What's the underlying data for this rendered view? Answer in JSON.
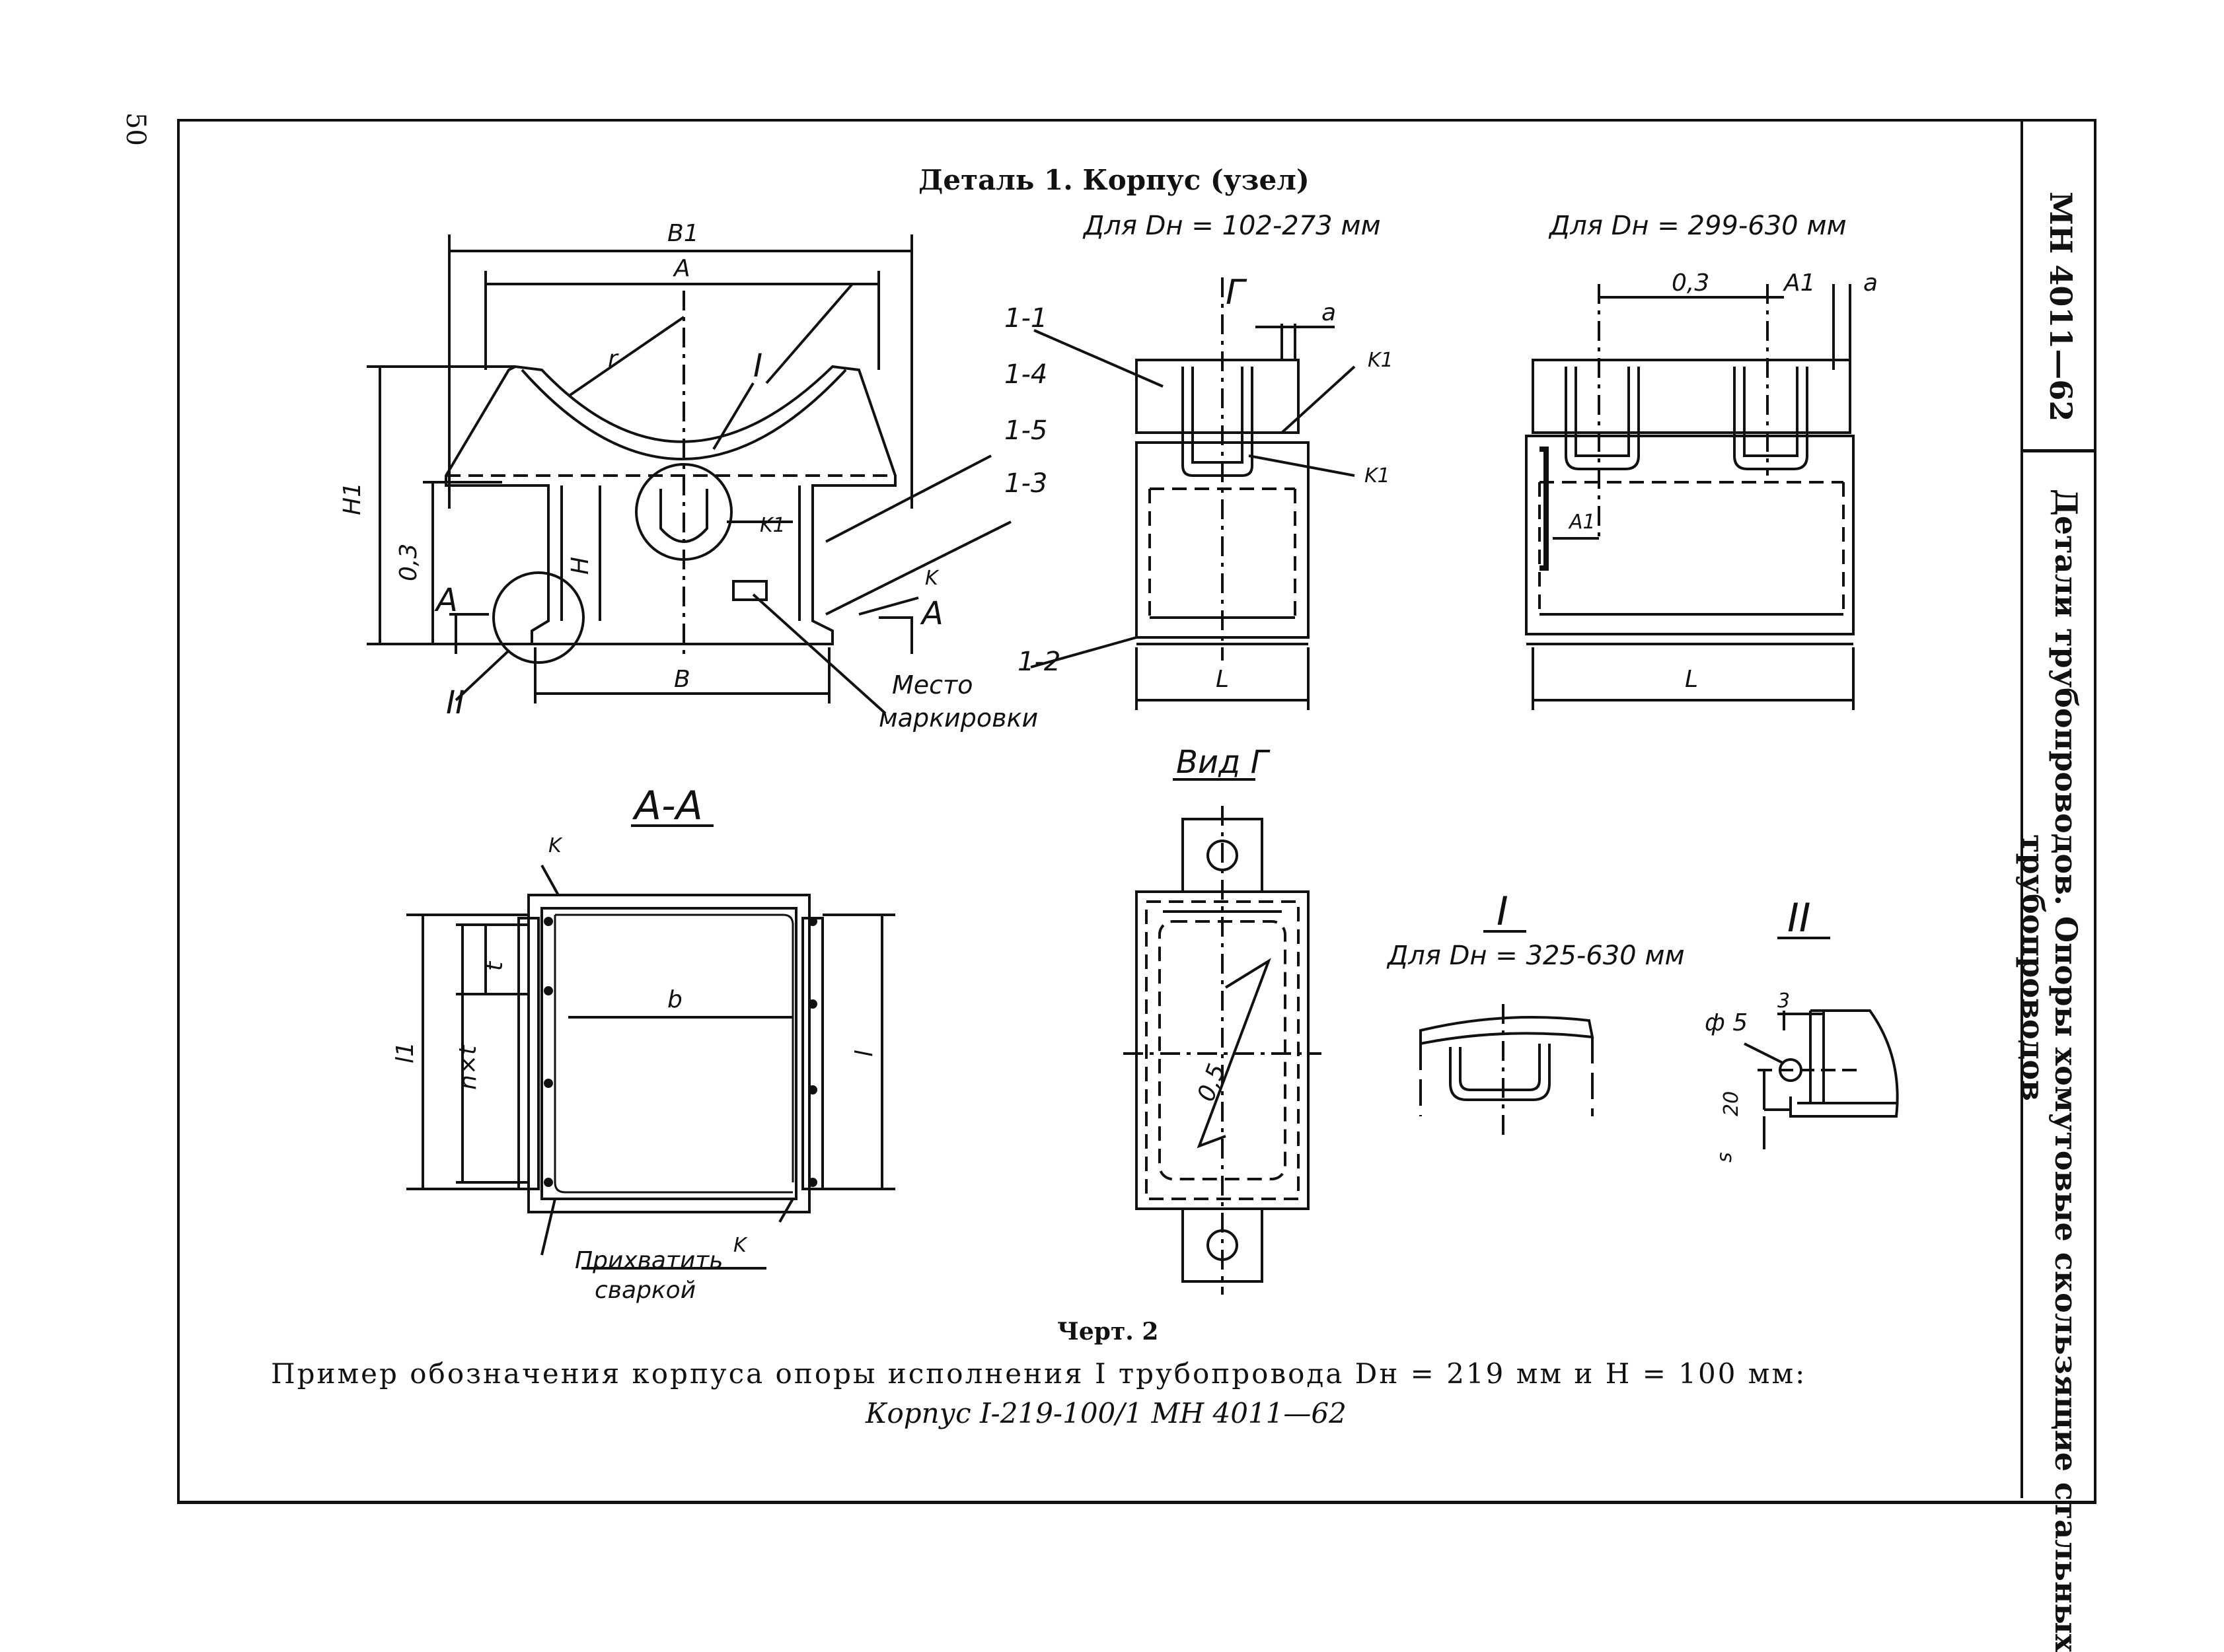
{
  "page_number": "50",
  "side": {
    "code": "МН 4011—62",
    "title_line1": "Детали трубопроводов. Опоры хомутовые скользящие стальных",
    "title_line2": "трубопроводов"
  },
  "heading": "Деталь 1. Корпус (узел)",
  "views": {
    "for_dn_small": "Для Dн = 102-273 мм",
    "for_dn_large": "Для Dн = 299-630 мм",
    "for_dn_detail": "Для Dн = 325-630 мм",
    "section_aa": "А-А",
    "view_g": "Вид Г",
    "detail_I": "I",
    "detail_II": "II"
  },
  "labels": {
    "B1": "B1",
    "A": "A",
    "r": "r",
    "I": "I",
    "H1": "H1",
    "H": "H",
    "d03": "0,3",
    "sectA": "A",
    "II": "II",
    "B": "B",
    "K1": "K1",
    "K": "K",
    "place_mark1": "Место",
    "place_mark2": "маркировки",
    "p11": "1-1",
    "p14": "1-4",
    "p15": "1-5",
    "p13": "1-3",
    "p12": "1-2",
    "G": "Г",
    "a": "a",
    "L": "L",
    "A1": "A1",
    "t": "t",
    "nxt": "n×t",
    "l1": "l1",
    "b": "b",
    "l": "l",
    "weld1": "Прихватить",
    "weld2": "сваркой",
    "d05": "0,5",
    "phi5": "ф 5",
    "n3": "3",
    "n20": "20",
    "s": "s"
  },
  "caption": "Черт. 2",
  "example": "Пример обозначения корпуса опоры исполнения I трубопровода Dн = 219 мм и H = 100 мм:",
  "example_code": "Корпус I-219-100/1 МН 4011—62"
}
